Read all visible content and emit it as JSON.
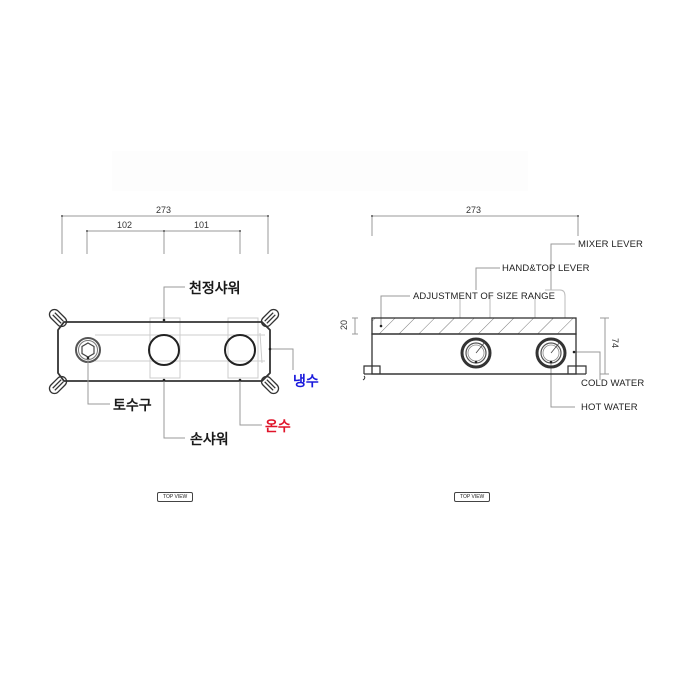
{
  "left_view": {
    "dims": {
      "overall": "273",
      "left_span": "102",
      "right_span": "101"
    },
    "labels": {
      "ceiling_shower": "천정샤워",
      "drain": "토수구",
      "hand_shower": "손샤워",
      "cold_water": "냉수",
      "hot_water": "온수"
    },
    "label_colors": {
      "default": "#1a1a1a",
      "cold": "#1a1adc",
      "hot": "#e0142a"
    },
    "view_tag": "TOP VIEW"
  },
  "right_view": {
    "dims": {
      "overall": "273",
      "height_top": "20",
      "height_total": "74"
    },
    "labels": {
      "mixer_lever": "MIXER LEVER",
      "hand_top_lever": "HAND&TOP LEVER",
      "adjustment": "ADJUSTMENT OF SIZE RANGE",
      "cold_water": "COLD WATER",
      "hot_water": "HOT WATER"
    },
    "view_tag": "TOP VIEW"
  }
}
